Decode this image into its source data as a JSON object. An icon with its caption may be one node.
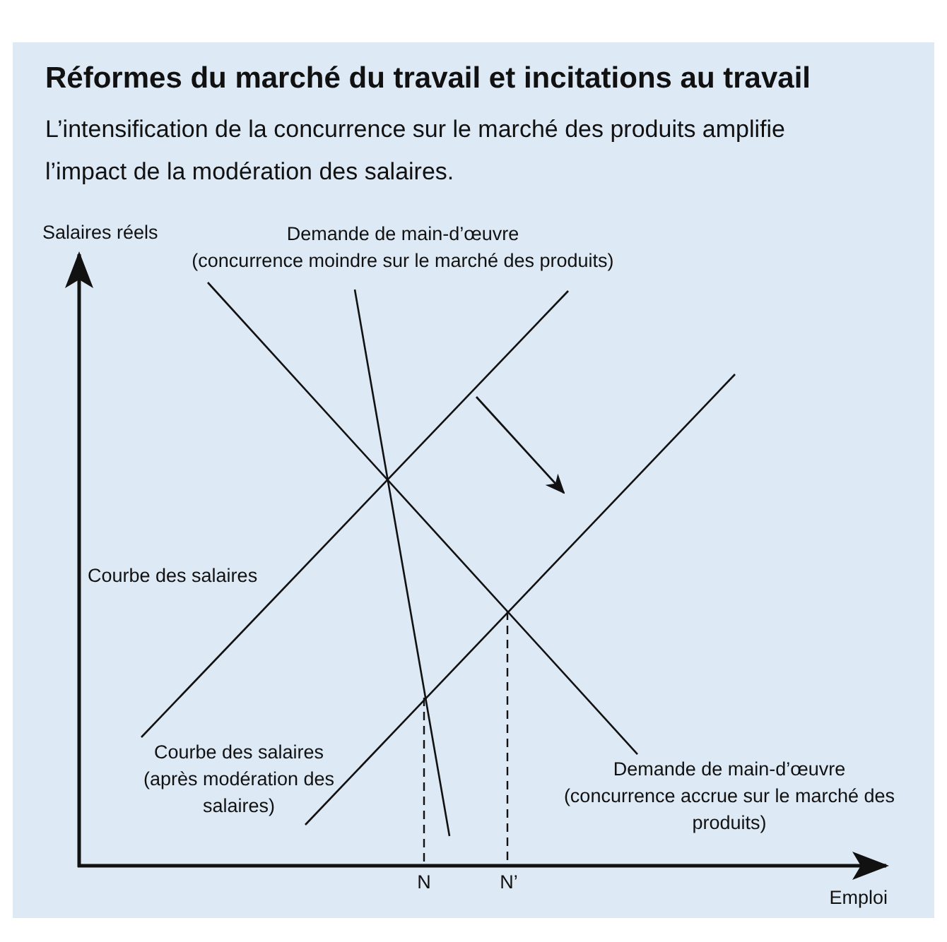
{
  "diagram": {
    "title": "Réformes du marché du travail et incitations au travail",
    "caption": "L’intensification de la concurrence sur le marché des produits amplifie l’impact de la modération des salaires.",
    "labels": [
      "Salaires réels",
      "Demande de main-d’œuvre (concurrence moindre sur le marché des produits)",
      "Courbe des salaires",
      "Courbe des salaires (après modération des salaires)",
      "Demande de main-d’œuvre (concurrence accrue sur le marché des produits)",
      "N",
      "N’",
      "Emploi"
    ]
  }
}
